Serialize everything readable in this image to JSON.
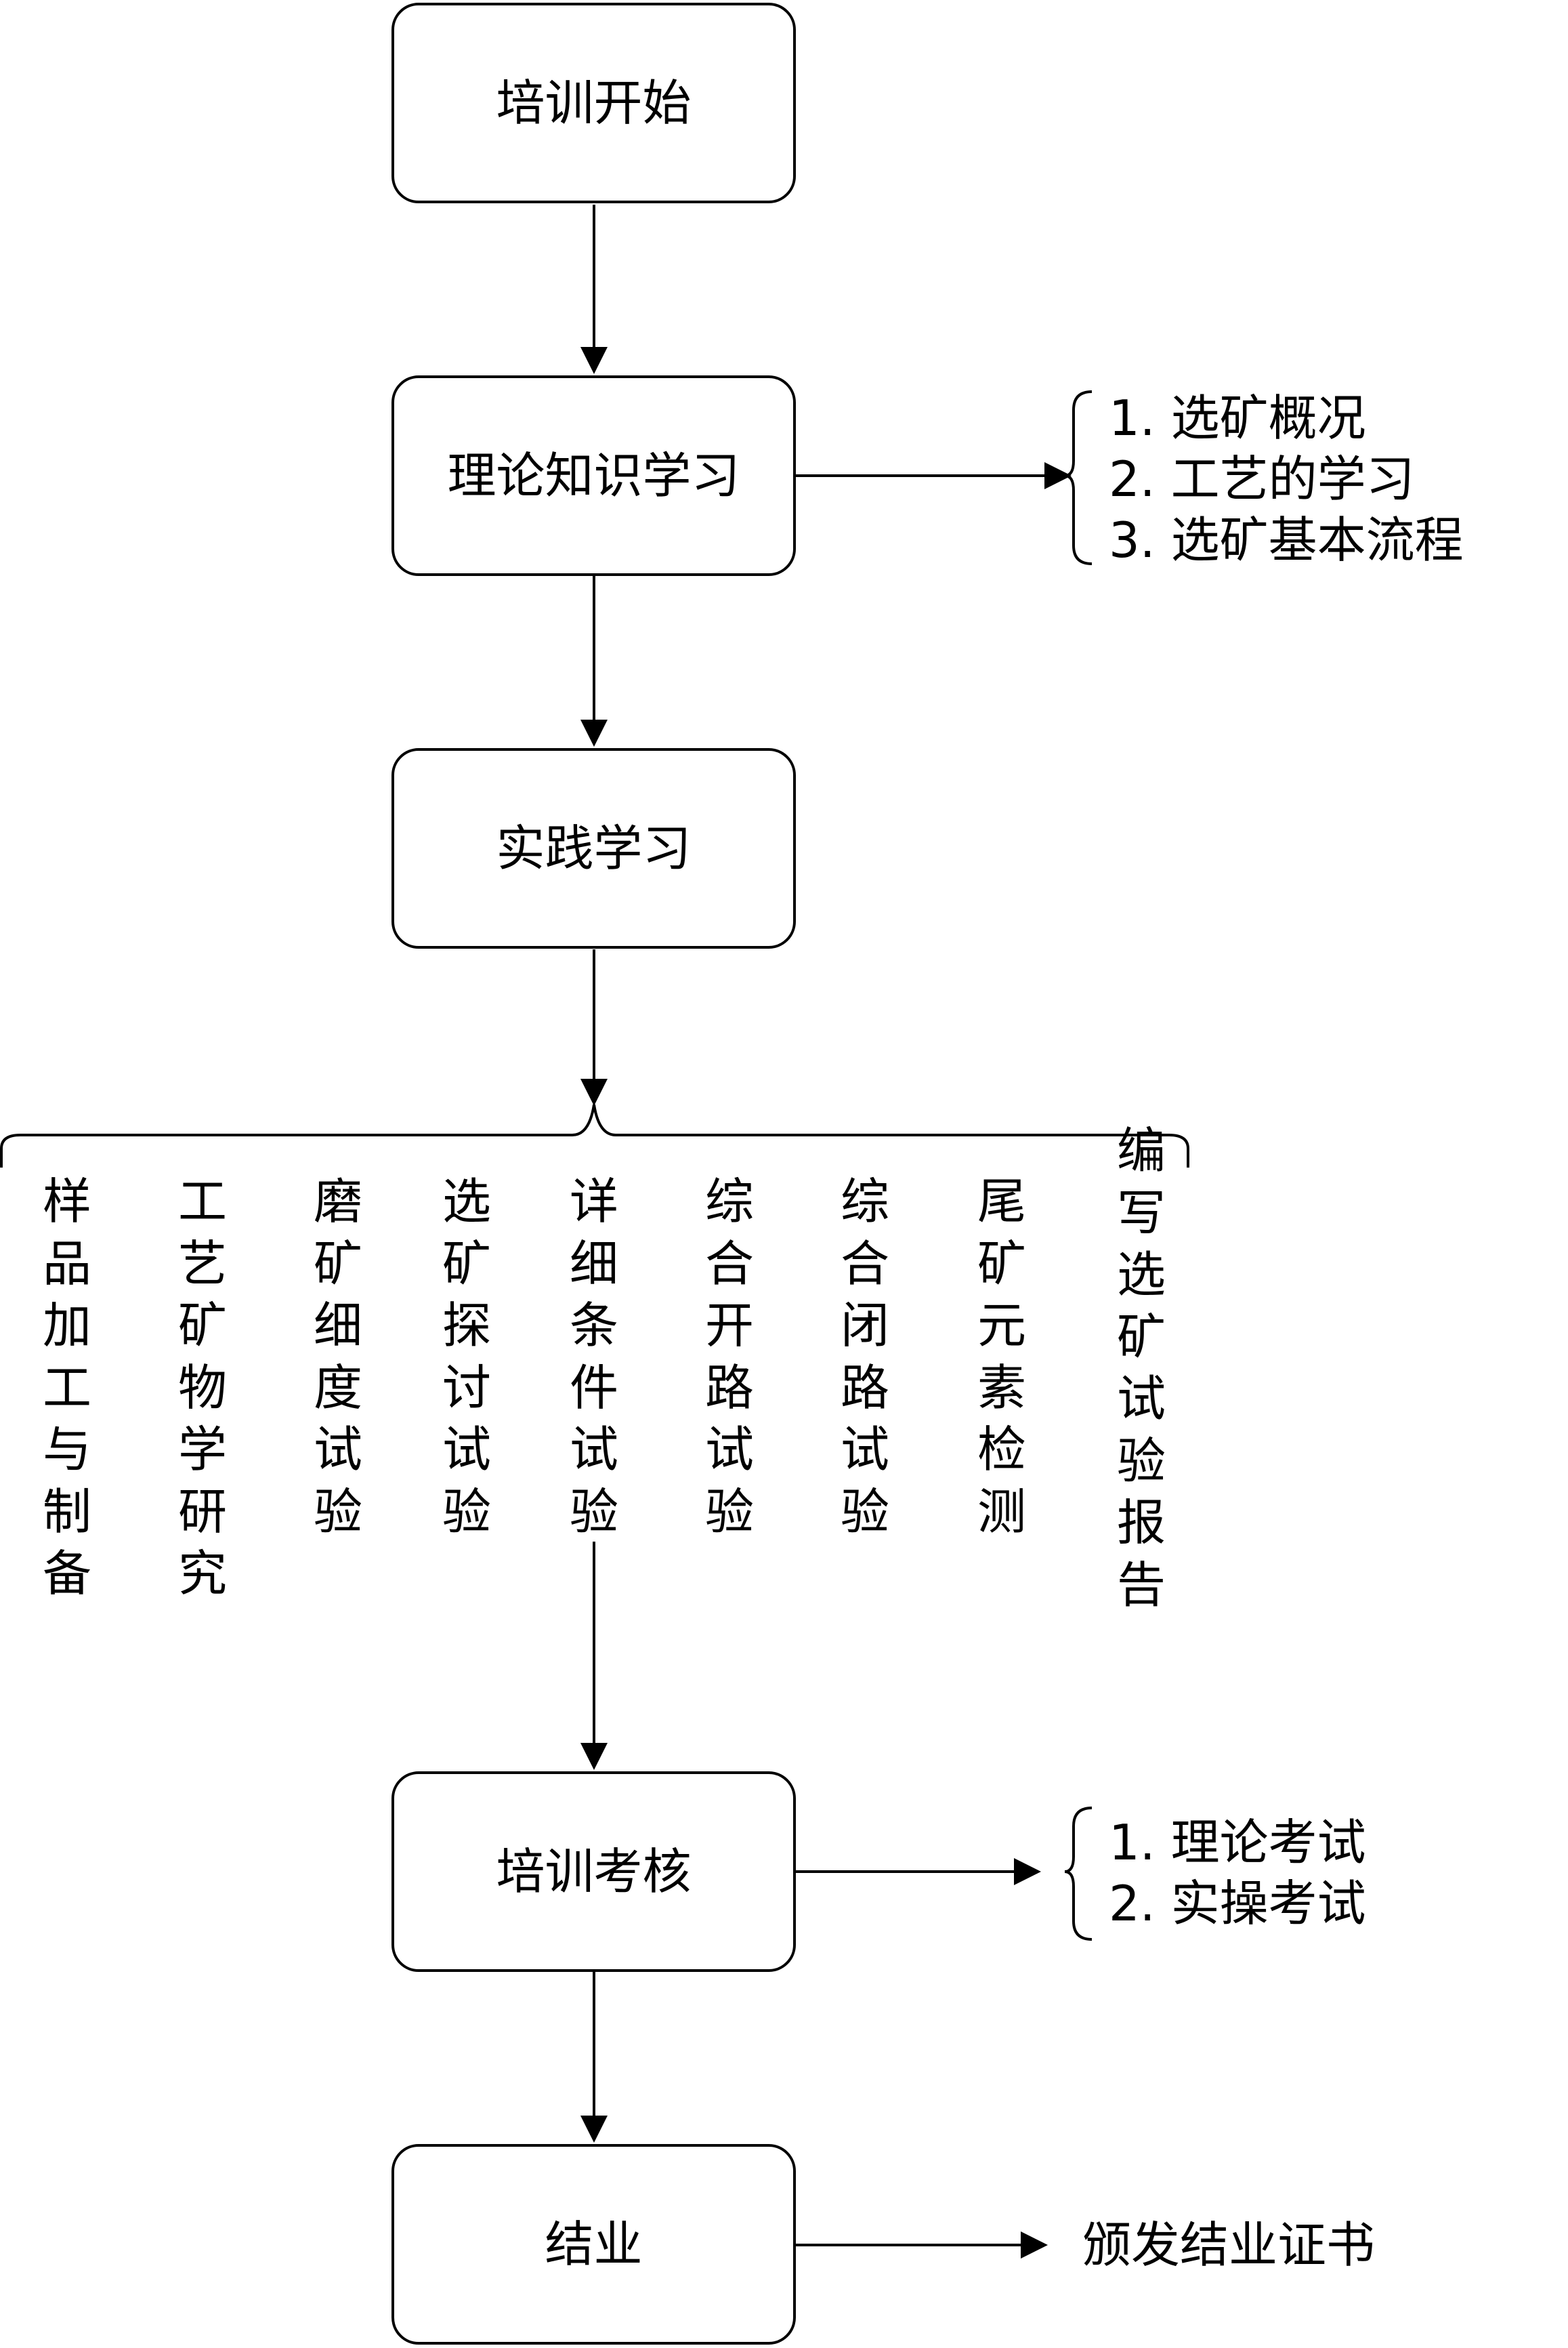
{
  "nodes": {
    "start": "培训开始",
    "theory": "理论知识学习",
    "practice": "实践学习",
    "assessment": "培训考核",
    "graduation": "结业"
  },
  "theory_topics": [
    "1. 选矿概况",
    "2. 工艺的学习",
    "3. 选矿基本流程"
  ],
  "practice_topics": [
    "样品加工与制备",
    "工艺矿物学研究",
    "磨矿细度试验",
    "选矿探讨试验",
    "详细条件试验",
    "综合开路试验",
    "综合闭路试验",
    "尾矿元素检测",
    "编写选矿试验报告"
  ],
  "assessment_items": [
    "1. 理论考试",
    "2. 实操考试"
  ],
  "graduation_outcome": "颁发结业证书"
}
